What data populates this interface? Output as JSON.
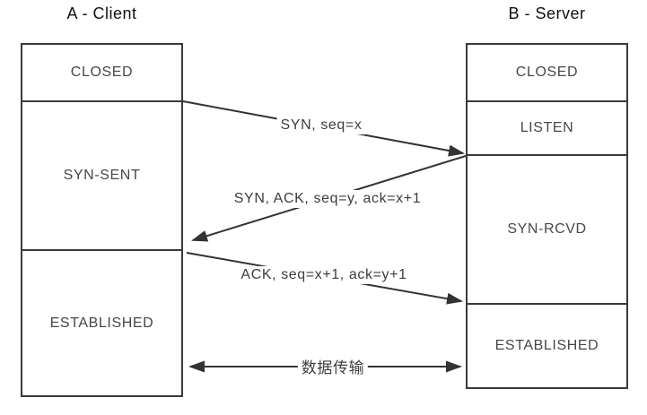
{
  "client": {
    "title": "A - Client",
    "states": [
      "CLOSED",
      "SYN-SENT",
      "ESTABLISHED"
    ]
  },
  "server": {
    "title": "B - Server",
    "states": [
      "CLOSED",
      "LISTEN",
      "SYN-RCVD",
      "ESTABLISHED"
    ]
  },
  "messages": [
    {
      "label": "SYN, seq=x",
      "direction": "client-to-server"
    },
    {
      "label": "SYN, ACK, seq=y, ack=x+1",
      "direction": "server-to-client"
    },
    {
      "label": "ACK, seq=x+1, ack=y+1",
      "direction": "client-to-server"
    },
    {
      "label": "数据传输",
      "direction": "bidirectional"
    }
  ],
  "colors": {
    "line": "#333333",
    "box_border": "#3a3a3a",
    "state_text": "#474747",
    "message_text": "#3d3d3d",
    "title_text": "#111111",
    "background": "#ffffff"
  }
}
